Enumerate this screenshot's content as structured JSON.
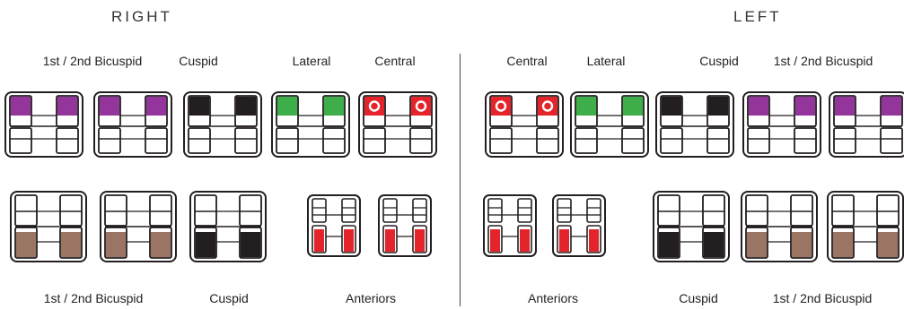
{
  "right": {
    "heading": "RIGHT",
    "upper_labels": [
      "1st / 2nd Bicuspid",
      "Cuspid",
      "Lateral",
      "Central"
    ],
    "lower_labels": [
      "1st / 2nd Bicuspid",
      "Cuspid",
      "Anteriors"
    ]
  },
  "left": {
    "heading": "LEFT",
    "upper_labels": [
      "Central",
      "Lateral",
      "Cuspid",
      "1st / 2nd Bicuspid"
    ],
    "lower_labels": [
      "Anteriors",
      "Cuspid",
      "1st / 2nd Bicuspid"
    ]
  },
  "colors": {
    "bicuspid_upper": "#93359a",
    "cuspid": "#231f20",
    "lateral": "#3dae49",
    "central": "#e4242b",
    "bicuspid_lower": "#9a7563",
    "anterior_lower": "#e4242b",
    "outline": "#231f20"
  }
}
